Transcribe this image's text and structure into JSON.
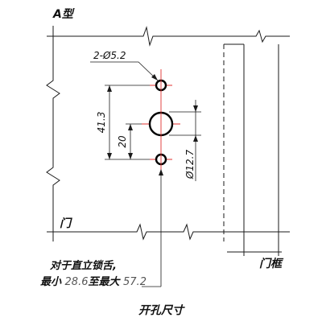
{
  "labels": {
    "type_label": "A型",
    "door_label": "门",
    "frame_label": "门框",
    "caption": "开孔尺寸"
  },
  "dimensions": {
    "small_holes": "2-Ø5.2",
    "large_hole": "Ø12.7",
    "outer_spacing": "41.3",
    "inner_spacing": "20"
  },
  "note": {
    "line1": "对于直立锁舌,",
    "line2_a": "最小 ",
    "line2_b": "28.6",
    "line2_c": "至最大 ",
    "line2_d": "57.2"
  },
  "colors": {
    "centerline": "#e0312f",
    "ink": "#1a1a1a"
  }
}
